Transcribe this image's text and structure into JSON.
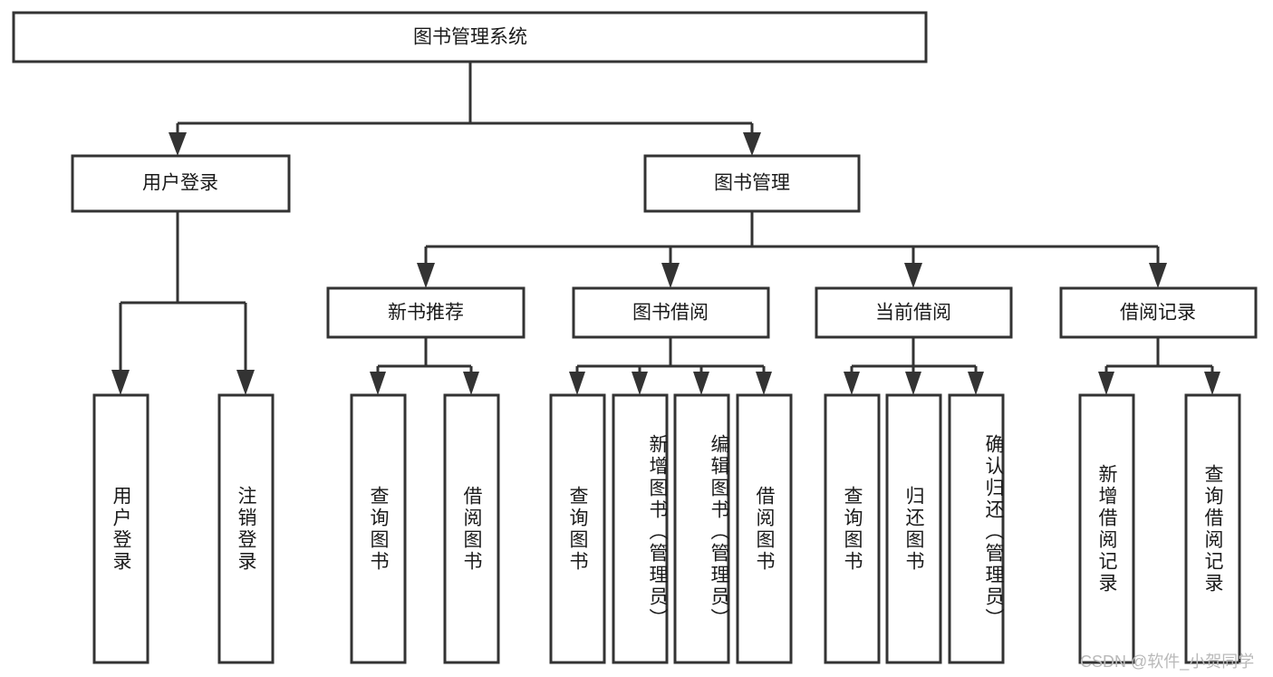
{
  "diagram": {
    "title": "图书管理系统",
    "type": "tree",
    "colors": {
      "box_fill": "#ffffff",
      "box_stroke": "#333333",
      "text": "#1a1a1a",
      "background": "#ffffff",
      "watermark": "#b9b9b9"
    },
    "root": {
      "label": "图书管理系统",
      "orientation": "horizontal"
    },
    "level2": [
      {
        "label": "用户登录",
        "orientation": "horizontal"
      },
      {
        "label": "图书管理",
        "orientation": "horizontal"
      }
    ],
    "level3": [
      {
        "label": "新书推荐",
        "orientation": "horizontal",
        "parent": "图书管理"
      },
      {
        "label": "图书借阅",
        "orientation": "horizontal",
        "parent": "图书管理"
      },
      {
        "label": "当前借阅",
        "orientation": "horizontal",
        "parent": "图书管理"
      },
      {
        "label": "借阅记录",
        "orientation": "horizontal",
        "parent": "图书管理"
      }
    ],
    "leaves": [
      {
        "label": "用户登录",
        "orientation": "vertical",
        "parent": "用户登录"
      },
      {
        "label": "注销登录",
        "orientation": "vertical",
        "parent": "用户登录"
      },
      {
        "label": "查询图书",
        "orientation": "vertical",
        "parent": "新书推荐"
      },
      {
        "label": "借阅图书",
        "orientation": "vertical",
        "parent": "新书推荐"
      },
      {
        "label": "查询图书",
        "orientation": "vertical",
        "parent": "图书借阅"
      },
      {
        "label": "新增图书（管理员）",
        "orientation": "vertical",
        "parent": "图书借阅"
      },
      {
        "label": "编辑图书（管理员）",
        "orientation": "vertical",
        "parent": "图书借阅"
      },
      {
        "label": "借阅图书",
        "orientation": "vertical",
        "parent": "图书借阅"
      },
      {
        "label": "查询图书",
        "orientation": "vertical",
        "parent": "当前借阅"
      },
      {
        "label": "归还图书",
        "orientation": "vertical",
        "parent": "当前借阅"
      },
      {
        "label": "确认归还（管理员）",
        "orientation": "vertical",
        "parent": "当前借阅"
      },
      {
        "label": "新增借阅记录",
        "orientation": "vertical",
        "parent": "借阅记录"
      },
      {
        "label": "查询借阅记录",
        "orientation": "vertical",
        "parent": "借阅记录"
      }
    ],
    "watermark": "CSDN @软件_小贺同学"
  }
}
